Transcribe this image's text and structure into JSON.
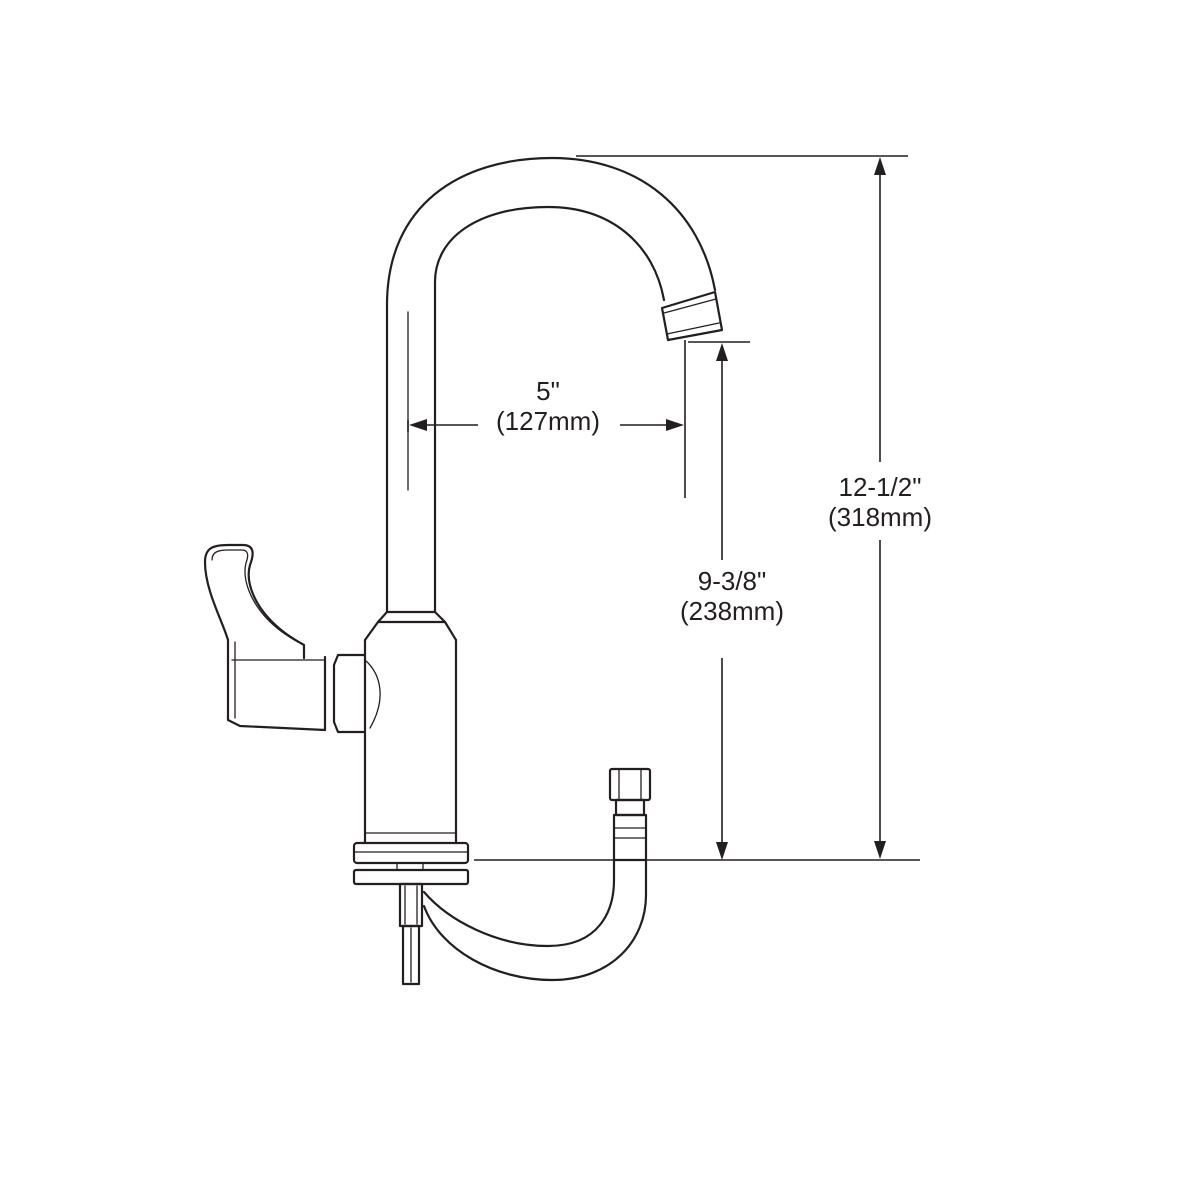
{
  "dimensions": {
    "spout_reach": {
      "imperial": "5\"",
      "metric": "(127mm)"
    },
    "spout_clearance": {
      "imperial": "9-3/8\"",
      "metric": "(238mm)"
    },
    "overall_height": {
      "imperial": "12-1/2\"",
      "metric": "(318mm)"
    }
  },
  "colors": {
    "line": "#231f20",
    "background": "#ffffff"
  }
}
